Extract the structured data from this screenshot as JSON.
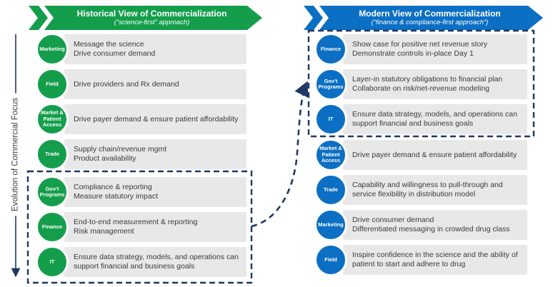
{
  "colors": {
    "green": "#149e4c",
    "blue": "#0b6fc3",
    "navy": "#1f3864",
    "bar_gray": "#e8e8e8"
  },
  "axis": {
    "label": "Evolution of Commercial Focus"
  },
  "left_panel": {
    "title": "Historical View of Commercialization",
    "subtitle": "(“science-first” approach)",
    "items": [
      {
        "badge": "Marketing",
        "line1": "Message the science",
        "line2": "Drive consumer demand"
      },
      {
        "badge": "Field",
        "line1": "Drive providers and Rx demand",
        "line2": ""
      },
      {
        "badge": "Market & Patient Access",
        "line1": "Drive payer demand & ensure patient affordability",
        "line2": ""
      },
      {
        "badge": "Trade",
        "line1": "Supply chain/revenue mgmt",
        "line2": "Product availability"
      },
      {
        "badge": "Gov't Programs",
        "line1": "Compliance & reporting",
        "line2": "Measure statutory impact"
      },
      {
        "badge": "Finance",
        "line1": "End-to-end measurement & reporting",
        "line2": "Risk management"
      },
      {
        "badge": "IT",
        "line1": "Ensure data strategy, models, and operations can support financial and business goals",
        "line2": ""
      }
    ]
  },
  "right_panel": {
    "title": "Modern View of Commercialization",
    "subtitle": "(“finance & compliance-first approach”)",
    "items": [
      {
        "badge": "Finance",
        "line1": "Show case for positive net revenue story",
        "line2": "Demonstrate controls in-place Day 1"
      },
      {
        "badge": "Gov't Programs",
        "line1": "Layer-in statutory obligations to financial plan",
        "line2": "Collaborate on risk/net-revenue modeling"
      },
      {
        "badge": "IT",
        "line1": "Ensure data strategy, models, and operations can support financial and business goals",
        "line2": ""
      },
      {
        "badge": "Market & Patient Access",
        "line1": "Drive payer demand & ensure patient affordability",
        "line2": ""
      },
      {
        "badge": "Trade",
        "line1": "Capability and willingness to pull-through and service flexibility in distribution model",
        "line2": ""
      },
      {
        "badge": "Marketing",
        "line1": "Drive consumer demand",
        "line2": "Differentiated messaging in crowded drug class"
      },
      {
        "badge": "Field",
        "line1": "Inspire confidence in the science and the ability of patient to start and adhere to drug",
        "line2": ""
      }
    ]
  }
}
